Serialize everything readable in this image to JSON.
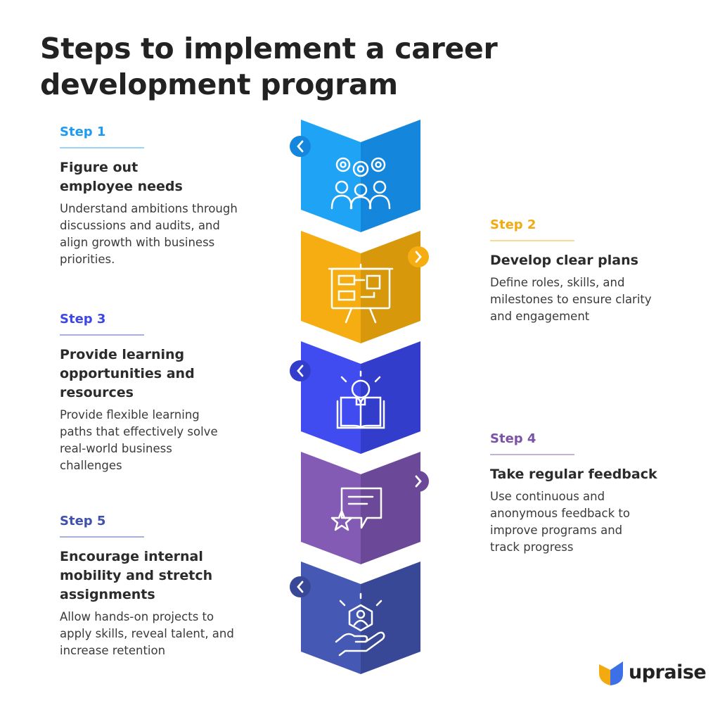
{
  "title": "Steps to implement a career development program",
  "steps": [
    {
      "label": "Step 1",
      "heading": "Figure out employee needs",
      "description": "Understand ambitions through discussions and audits, and align growth with business priorities.",
      "color": "#1e9bf0",
      "icon": "team-gears-icon"
    },
    {
      "label": "Step 2",
      "heading": "Develop clear plans",
      "description": "Define roles, skills, and milestones to ensure clarity and engagement",
      "color": "#f2aa10",
      "icon": "presentation-board-icon"
    },
    {
      "label": "Step 3",
      "heading": "Provide learning opportunities and resources",
      "description": "Provide flexible learning paths that effectively solve real-world business challenges",
      "color": "#3d46e6",
      "icon": "lightbulb-book-icon"
    },
    {
      "label": "Step 4",
      "heading": "Take regular feedback",
      "description": "Use continuous and anonymous feedback to improve programs and track progress",
      "color": "#7a52a8",
      "icon": "feedback-star-icon"
    },
    {
      "label": "Step 5",
      "heading": "Encourage internal mobility and stretch assignments",
      "description": "Allow hands-on projects to apply skills, reveal talent, and increase retention",
      "color": "#3f51a8",
      "icon": "hand-talent-icon"
    }
  ],
  "brand": {
    "name": "upraise",
    "logo_icon": "upraise-logo-icon",
    "colors": [
      "#f2aa10",
      "#3d6fe6"
    ]
  }
}
